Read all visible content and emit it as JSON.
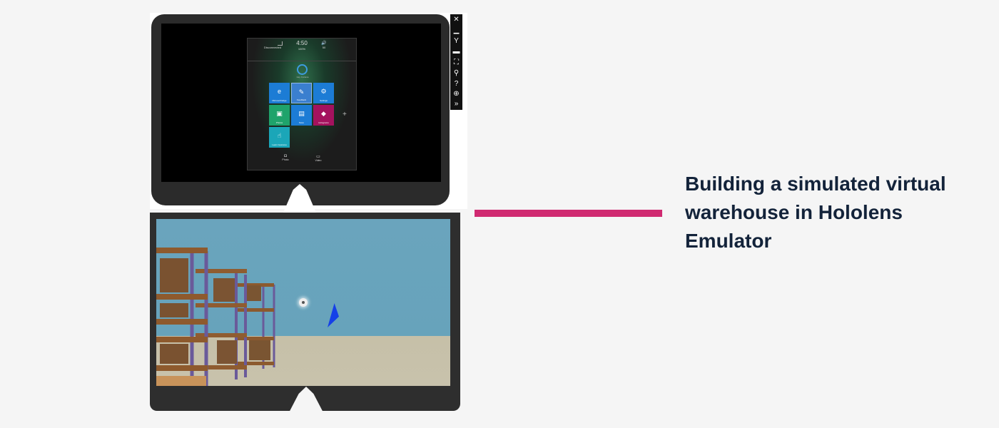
{
  "headline": "Building a simulated virtual warehouse in Hololens Emulator",
  "accent_color": "#d02a71",
  "start_menu": {
    "status": {
      "connection": "Disconnected",
      "time": "4:50",
      "battery": "100%",
      "volume": "50"
    },
    "cortana_label": "Hey Cortana",
    "tiles": [
      {
        "label": "Microsoft Edge",
        "icon": "edge-icon"
      },
      {
        "label": "Feedback",
        "icon": "feedback-icon"
      },
      {
        "label": "Settings",
        "icon": "gear-icon"
      },
      {
        "label": "Photos",
        "icon": "photos-icon"
      },
      {
        "label": "Store",
        "icon": "store-icon"
      },
      {
        "label": "Holograms",
        "icon": "holograms-icon"
      },
      {
        "label": "Learn Gestures",
        "icon": "hand-pointer-icon"
      }
    ],
    "capture": {
      "photo": "Photo",
      "video": "Video"
    }
  },
  "toolbar_icons": [
    "close-icon",
    "minimize-icon",
    "person-icon",
    "keyboard-icon",
    "fit-screen-icon",
    "zoom-icon",
    "help-icon",
    "globe-icon",
    "more-icon"
  ]
}
